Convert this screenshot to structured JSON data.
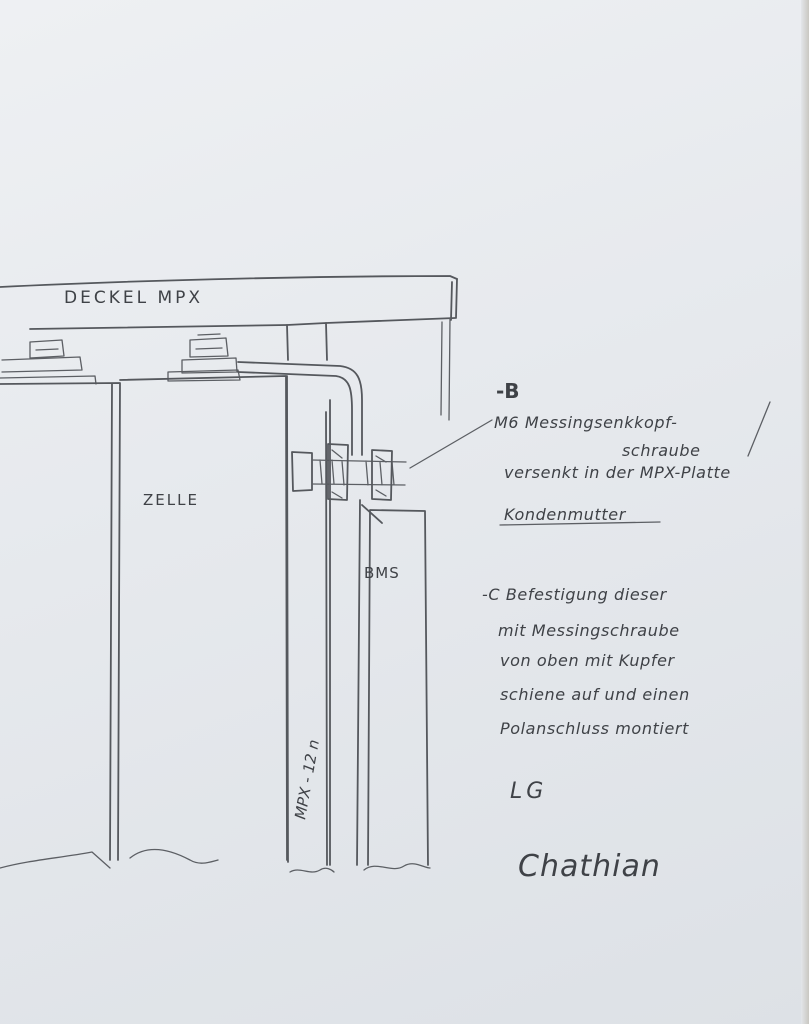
{
  "sketch": {
    "lid_label": "DECKEL MPX",
    "cell_label": "ZELLE",
    "bms_label": "BMS",
    "plate_label": "MPX - 12 n",
    "marker_b": "-B",
    "note_b": [
      "M6 Messingsenkkopf-",
      "schraube",
      "versenkt in der MPX-Platte",
      "Kondenmutter"
    ],
    "note_c": [
      "-C Befestigung dieser",
      "mit Messingschraube",
      "von oben mit Kupfer",
      "schiene auf und einen",
      "Polanschluss montiert"
    ],
    "signature": {
      "initials": "LG",
      "name": "Chathian"
    }
  }
}
